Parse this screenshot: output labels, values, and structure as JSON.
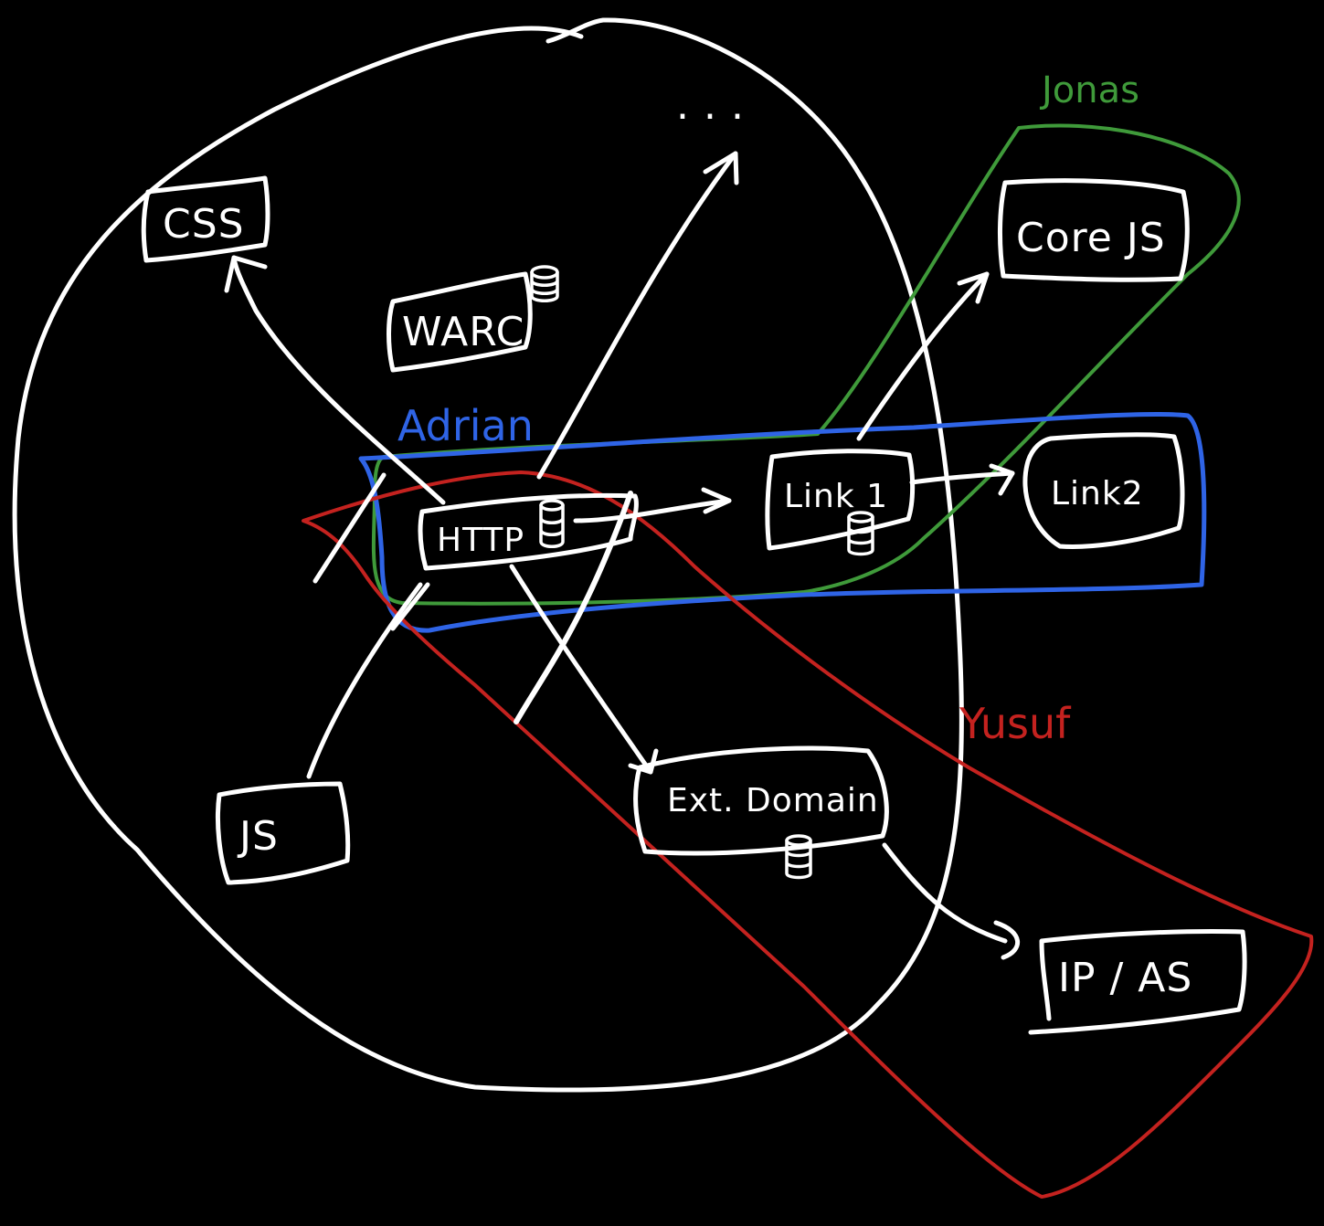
{
  "nodes": {
    "css": "CSS",
    "warc": "WARC",
    "ellipsis": ". . .",
    "http": "HTTP",
    "link1": "Link 1",
    "link2": "Link2",
    "coreJs": "Core JS",
    "js": "JS",
    "extDomain": "Ext. Domain",
    "ipAs": "IP / AS"
  },
  "groups": {
    "adrian": {
      "label": "Adrian",
      "color": "#2f64e6"
    },
    "jonas": {
      "label": "Jonas",
      "color": "#3f9a3a"
    },
    "yusuf": {
      "label": "Yusuf",
      "color": "#c4221f"
    }
  },
  "icons": {
    "database": "database-icon"
  }
}
